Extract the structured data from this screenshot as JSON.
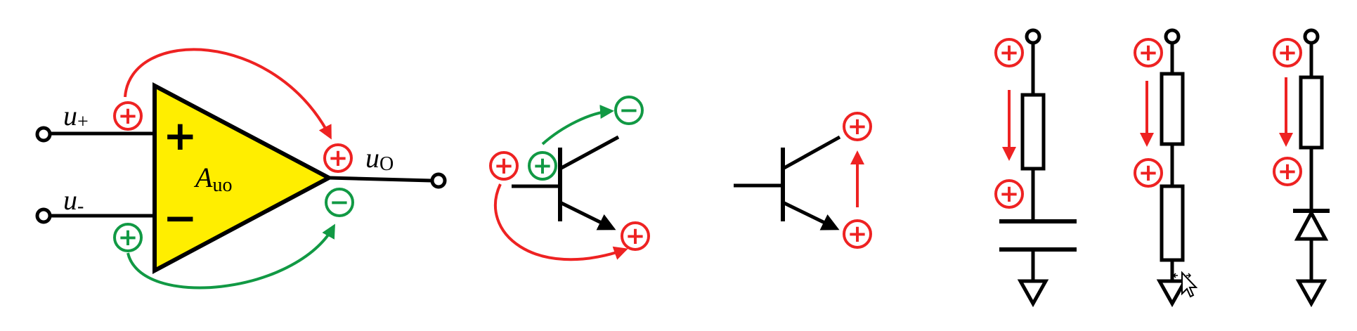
{
  "colors": {
    "wire": "#000000",
    "opamp_fill": "#ffee00",
    "positive": "#ee2222",
    "negative": "#119944",
    "background": "#ffffff"
  },
  "opamp": {
    "input_plus_label": "u",
    "input_plus_sub": "+",
    "input_minus_label": "u",
    "input_minus_sub": "-",
    "output_label": "u",
    "output_sub": "O",
    "gain_label": "A",
    "gain_sub": "uo",
    "plus_symbol": "+",
    "minus_symbol": "−"
  },
  "polarity": {
    "plus": "+",
    "minus": "−"
  },
  "icons": {
    "cursor": "move-cursor-icon",
    "ground": "ground-icon",
    "resistor": "resistor-icon",
    "capacitor": "capacitor-icon",
    "diode": "diode-icon",
    "transistor": "npn-transistor-icon"
  }
}
